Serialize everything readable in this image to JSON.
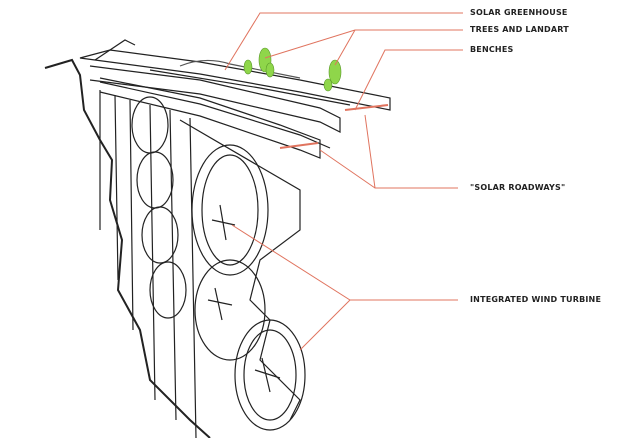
{
  "labels": {
    "solar_greenhouse": "SOLAR GREENHOUSE",
    "trees_landart": "TREES AND LANDART",
    "benches": "BENCHES",
    "solar_roadways": "\"SOLAR ROADWAYS\"",
    "wind_turbine": "INTEGRATED WIND TURBINE"
  },
  "colors": {
    "leader": "#e0745f",
    "tree": "#8fd64a",
    "line": "#222222"
  }
}
